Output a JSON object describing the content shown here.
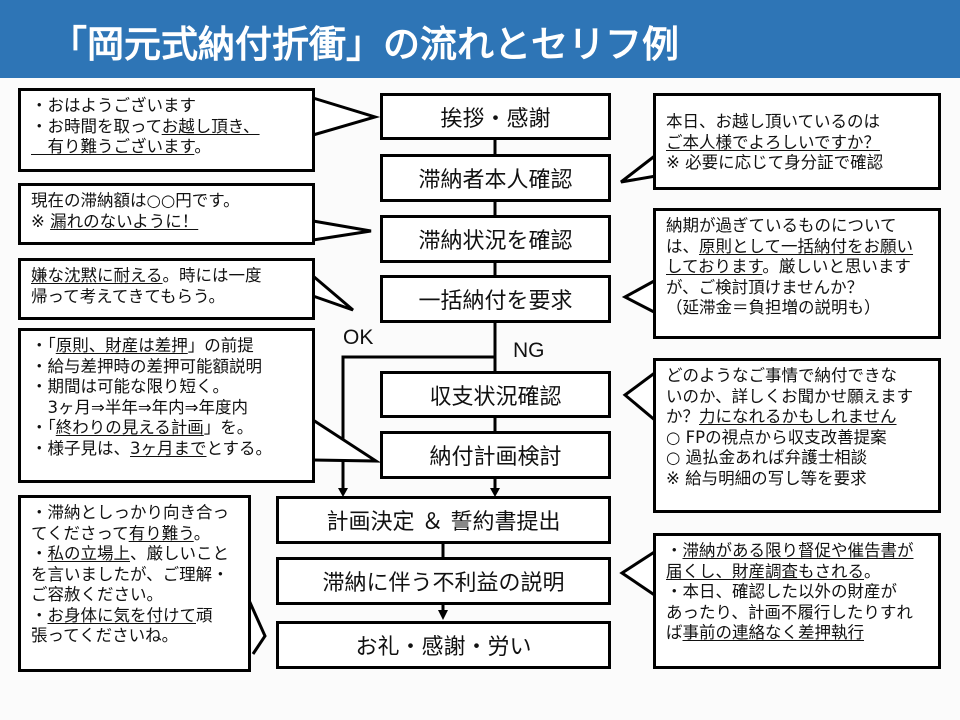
{
  "header": {
    "title": "「岡元式納付折衝」の流れとセリフ例",
    "color": "#2e75b6"
  },
  "flow": {
    "steps": [
      {
        "label": "挨拶・感謝"
      },
      {
        "label": "滞納者本人確認"
      },
      {
        "label": "滞納状況を確認"
      },
      {
        "label": "一括納付を要求"
      },
      {
        "label": "収支状況確認"
      },
      {
        "label": "納付計画検討"
      },
      {
        "label": "計画決定 ＆ 誓約書提出"
      },
      {
        "label": "滞納に伴う不利益の説明"
      },
      {
        "label": "お礼・感謝・労い"
      }
    ],
    "branch_ok": "OK",
    "branch_ng": "NG"
  },
  "callouts_left": [
    {
      "lines": [
        [
          {
            "t": "・おはようございます"
          }
        ],
        [
          {
            "t": "・お時間を取って"
          },
          {
            "t": "お越し頂き、",
            "u": true
          }
        ],
        [
          {
            "t": "　有り難うございます",
            "u": true
          },
          {
            "t": "。"
          }
        ]
      ]
    },
    {
      "lines": [
        [
          {
            "t": "現在の滞納額は○○円です。"
          }
        ],
        [
          {
            "t": "※ "
          },
          {
            "t": "漏れのないように！",
            "u": true
          }
        ]
      ]
    },
    {
      "lines": [
        [
          {
            "t": "嫌な沈黙に耐える",
            "u": true
          },
          {
            "t": "。時には一度"
          }
        ],
        [
          {
            "t": "帰って考えてきてもらう。"
          }
        ]
      ]
    },
    {
      "lines": [
        [
          {
            "t": "・「"
          },
          {
            "t": "原則、財産は差押",
            "u": true
          },
          {
            "t": "」の前提"
          }
        ],
        [
          {
            "t": "・給与差押時の差押可能額説明"
          }
        ],
        [
          {
            "t": "・期間は可能な限り短く。"
          }
        ],
        [
          {
            "t": "　3ヶ月⇒半年⇒年内⇒年度内"
          }
        ],
        [
          {
            "t": "・「"
          },
          {
            "t": "終わりの見える計画",
            "u": true
          },
          {
            "t": "」を。"
          }
        ],
        [
          {
            "t": "・様子見は、"
          },
          {
            "t": "3ヶ月まで",
            "u": true
          },
          {
            "t": "とする。"
          }
        ]
      ]
    },
    {
      "lines": [
        [
          {
            "t": "・滞納としっかり向き合っ"
          }
        ],
        [
          {
            "t": "てくださって"
          },
          {
            "t": "有り難う",
            "u": true
          },
          {
            "t": "。"
          }
        ],
        [
          {
            "t": "・"
          },
          {
            "t": "私の立場上",
            "u": true
          },
          {
            "t": "、厳しいこと"
          }
        ],
        [
          {
            "t": "を言いましたが、ご理解・"
          }
        ],
        [
          {
            "t": "ご容赦ください。"
          }
        ],
        [
          {
            "t": "・"
          },
          {
            "t": "お身体に気を付けて",
            "u": true
          },
          {
            "t": "頑"
          }
        ],
        [
          {
            "t": "張ってくださいね。"
          }
        ]
      ]
    }
  ],
  "callouts_right": [
    {
      "lines": [
        [
          {
            "t": "本日、お越し頂いているのは"
          }
        ],
        [
          {
            "t": "ご本人様でよろしいですか？",
            "u": true
          }
        ],
        [
          {
            "t": "※ 必要に応じて身分証で確認"
          }
        ]
      ]
    },
    {
      "lines": [
        [
          {
            "t": "納期が過ぎているものについて"
          }
        ],
        [
          {
            "t": "は、"
          },
          {
            "t": "原則として一括納付をお願い",
            "u": true
          }
        ],
        [
          {
            "t": "しております",
            "u": true
          },
          {
            "t": "。厳しいと思います"
          }
        ],
        [
          {
            "t": "が、ご検討頂けませんか？"
          }
        ],
        [
          {
            "t": "（延滞金＝負担増の説明も）"
          }
        ]
      ]
    },
    {
      "lines": [
        [
          {
            "t": "どのようなご事情で納付できな"
          }
        ],
        [
          {
            "t": "いのか、詳しくお聞かせ願えます"
          }
        ],
        [
          {
            "t": "か？"
          },
          {
            "t": "力になれるかもしれません",
            "u": true
          }
        ],
        [
          {
            "t": "○ FPの視点から収支改善提案"
          }
        ],
        [
          {
            "t": "○ 過払金あれば弁護士相談"
          }
        ],
        [
          {
            "t": "※ 給与明細の写し等を要求"
          }
        ]
      ]
    },
    {
      "lines": [
        [
          {
            "t": "・"
          },
          {
            "t": "滞納がある限り督促や催告書が",
            "u": true
          }
        ],
        [
          {
            "t": "届くし、財産調査もされる",
            "u": true
          },
          {
            "t": "。"
          }
        ],
        [
          {
            "t": "・本日、確認した以外の財産が"
          }
        ],
        [
          {
            "t": "あったり、計画不履行したりすれ"
          }
        ],
        [
          {
            "t": "ば"
          },
          {
            "t": "事前の連絡なく差押執行",
            "u": true
          }
        ]
      ]
    }
  ]
}
